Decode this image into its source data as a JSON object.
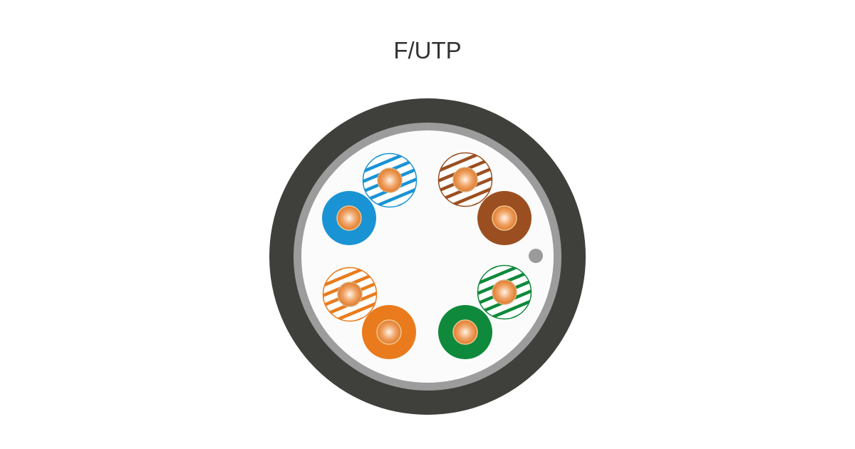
{
  "title": "F/UTP",
  "colors": {
    "jacket": "#3f3f3c",
    "foil": "#9c9c9c",
    "filler": "#fbfbfb",
    "drain_wire": "#9a9a9a",
    "core": "#e8893e",
    "blue": "#1a93d4",
    "brown": "#9b4f20",
    "orange": "#e97b1c",
    "green": "#0f893b"
  },
  "pairs": [
    {
      "name": "blue",
      "striped_color": "blue",
      "solid_color": "blue"
    },
    {
      "name": "brown",
      "striped_color": "brown",
      "solid_color": "brown"
    },
    {
      "name": "orange",
      "striped_color": "orange",
      "solid_color": "orange"
    },
    {
      "name": "green",
      "striped_color": "green",
      "solid_color": "green"
    }
  ]
}
